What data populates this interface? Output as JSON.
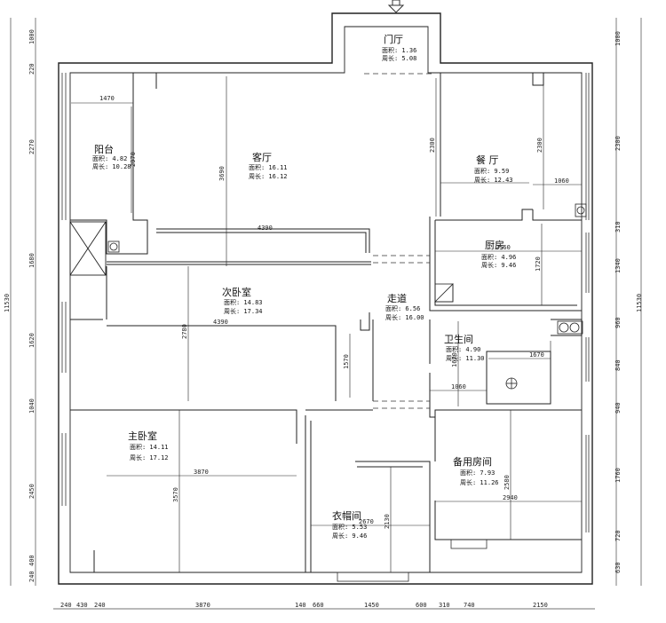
{
  "rooms": {
    "entrance": {
      "name": "门厅",
      "area": "面积: 1.36",
      "perim": "周长: 5.08"
    },
    "balcony": {
      "name": "阳台",
      "area": "面积: 4.82",
      "perim": "周长: 10.28"
    },
    "living": {
      "name": "客厅",
      "area": "面积: 16.11",
      "perim": "周长: 16.12"
    },
    "dining": {
      "name": "餐 厅",
      "area": "面积: 9.59",
      "perim": "周长: 12.43"
    },
    "kitchen": {
      "name": "厨房",
      "area": "面积: 4.96",
      "perim": "周长: 9.46"
    },
    "second": {
      "name": "次卧室",
      "area": "面积: 14.83",
      "perim": "周长: 17.34"
    },
    "corridor": {
      "name": "走道",
      "area": "面积: 6.56",
      "perim": "周长: 16.00"
    },
    "bath": {
      "name": "卫生间",
      "area": "面积: 4.90",
      "perim": "周长: 11.30"
    },
    "master": {
      "name": "主卧室",
      "area": "面积: 14.11",
      "perim": "周长: 17.12"
    },
    "spare": {
      "name": "备用房间",
      "area": "面积: 7.93",
      "perim": "周长: 11.26"
    },
    "closet": {
      "name": "衣帽间",
      "area": "面积: 5.53",
      "perim": "周长: 9.46"
    }
  },
  "inner_dims": {
    "d1470": "1470",
    "d2970": "2970",
    "d3690": "3690",
    "d4390": "4390",
    "d2300a": "2300",
    "d2300b": "2300",
    "d1060a": "1060",
    "d2560": "2560",
    "d1720": "1720",
    "d4390b": "4390",
    "d2780": "2780",
    "d1570": "1570",
    "d1670": "1670",
    "d1670b": "1670",
    "d1060b": "1060",
    "d3870": "3870",
    "d3570": "3570",
    "d2670": "2670",
    "d2130": "2130",
    "d2940": "2940",
    "d2580": "2580"
  },
  "left_dims": [
    "1000",
    "220",
    "2270",
    "1680",
    "1620",
    "1040",
    "2450",
    "240",
    "400"
  ],
  "left_total": "11530",
  "right_dims": [
    "1000",
    "2300",
    "310",
    "1340",
    "960",
    "840",
    "940",
    "1760",
    "720",
    "630"
  ],
  "right_total": "11530",
  "bottom_dims": [
    "240",
    "430",
    "240",
    "3870",
    "140",
    "660",
    "1450",
    "600",
    "310",
    "740",
    "2150"
  ]
}
